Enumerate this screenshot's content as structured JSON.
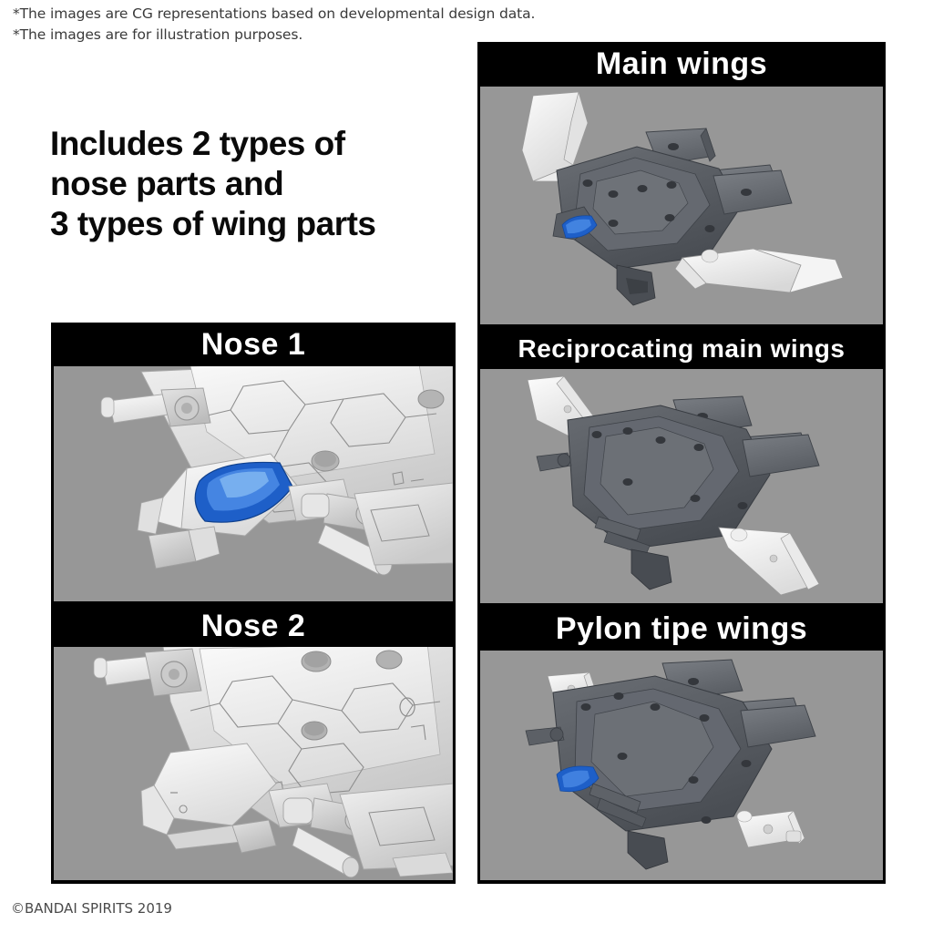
{
  "disclaimer": {
    "line1": "*The images are CG representations based on developmental design data.",
    "line2": "*The images are for illustration purposes."
  },
  "headline": {
    "line1": "Includes 2 types of",
    "line2": "nose parts and",
    "line3": "3 types of wing parts"
  },
  "panels": {
    "main_wings": {
      "title": "Main wings"
    },
    "reciprocating_main_wings": {
      "title": "Reciprocating main wings"
    },
    "pylon_tipe_wings": {
      "title": "Pylon tipe wings"
    },
    "nose_1": {
      "title": "Nose 1"
    },
    "nose_2": {
      "title": "Nose 2"
    }
  },
  "copyright": "©BANDAI SPIRITS 2019",
  "colors": {
    "background": "#ffffff",
    "panel_border": "#000000",
    "panel_stage": "#979797",
    "title_text": "#ffffff",
    "body_gray": "#6e7176",
    "body_gray_dark": "#4c5055",
    "body_gray_light": "#878b90",
    "part_white": "#f2f2f2",
    "part_white_shade": "#d4d4d4",
    "canopy_blue": "#1e5fc8",
    "canopy_blue_light": "#4f8fe8",
    "text_dark": "#0a0a0a"
  }
}
